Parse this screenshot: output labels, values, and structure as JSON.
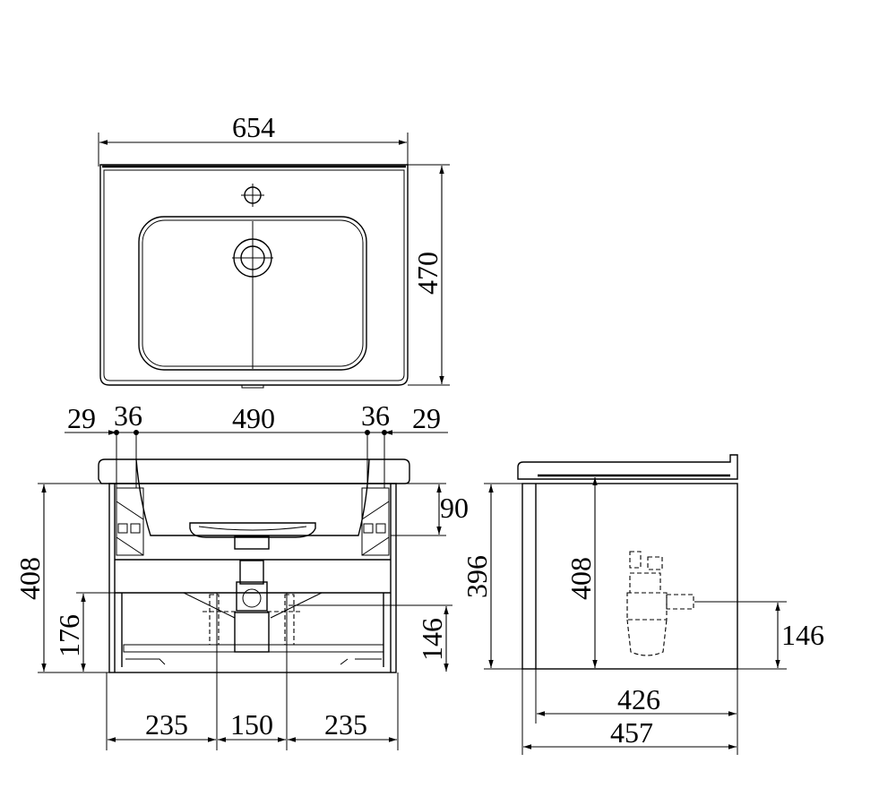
{
  "colors": {
    "line": "#000000",
    "background": "#ffffff"
  },
  "dimensions": {
    "top_width": "654",
    "top_depth": "470",
    "front_edge_left": "29",
    "front_inner_left": "36",
    "front_span": "490",
    "front_inner_right": "36",
    "front_edge_right": "29",
    "front_basin_depth": "90",
    "front_height": "408",
    "front_drain_left": "176",
    "front_drain_right": "146",
    "front_bottom_left": "235",
    "front_bottom_mid": "150",
    "front_bottom_right": "235",
    "side_height_outer": "396",
    "side_height_inner": "408",
    "side_drain": "146",
    "side_depth_inner": "426",
    "side_depth_outer": "457"
  }
}
